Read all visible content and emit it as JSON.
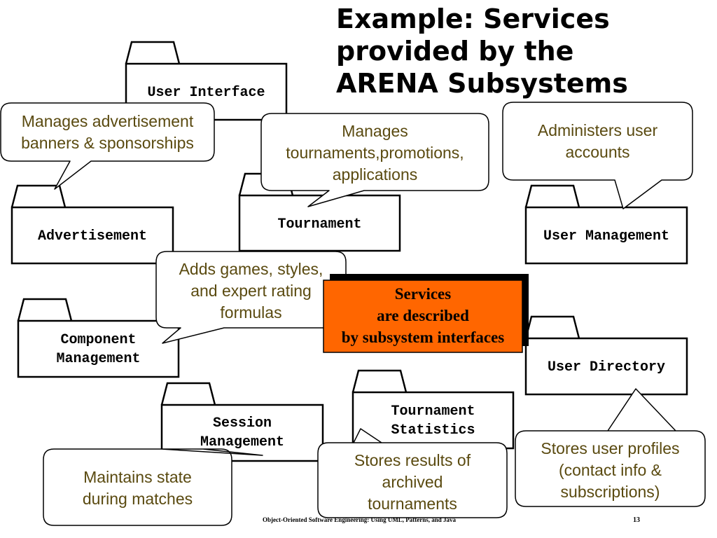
{
  "title": "Example: Services\nprovided by the\nARENA  Subsystems",
  "packages": {
    "user_interface": "User Interface",
    "advertisement": "Advertisement",
    "tournament": "Tournament",
    "user_management": "User Management",
    "component_management": "Component\nManagement",
    "user_directory": "User Directory",
    "session_management": "Session\nManagement",
    "tournament_statistics": "Tournament\nStatistics"
  },
  "callouts": {
    "advertisement": "Manages advertisement\nbanners & sponsorships",
    "tournament": "Manages\ntournaments,promotions,\napplications",
    "user_management": "Administers user\naccounts",
    "component_management": "Adds games, styles,\nand expert rating\nformulas",
    "session_management": "Maintains state\nduring matches",
    "tournament_statistics": "Stores results of\narchived\ntournaments",
    "user_directory": "Stores user profiles\n(contact info &\nsubscriptions)"
  },
  "note": "Services\nare described\nby subsystem interfaces",
  "footer": "Object-Oriented Software Engineering: Using UML, Patterns, and Java",
  "page_number": "13",
  "colors": {
    "note_fill": "#ff6600",
    "callout_text": "#5a4a10",
    "stroke": "#000000"
  }
}
